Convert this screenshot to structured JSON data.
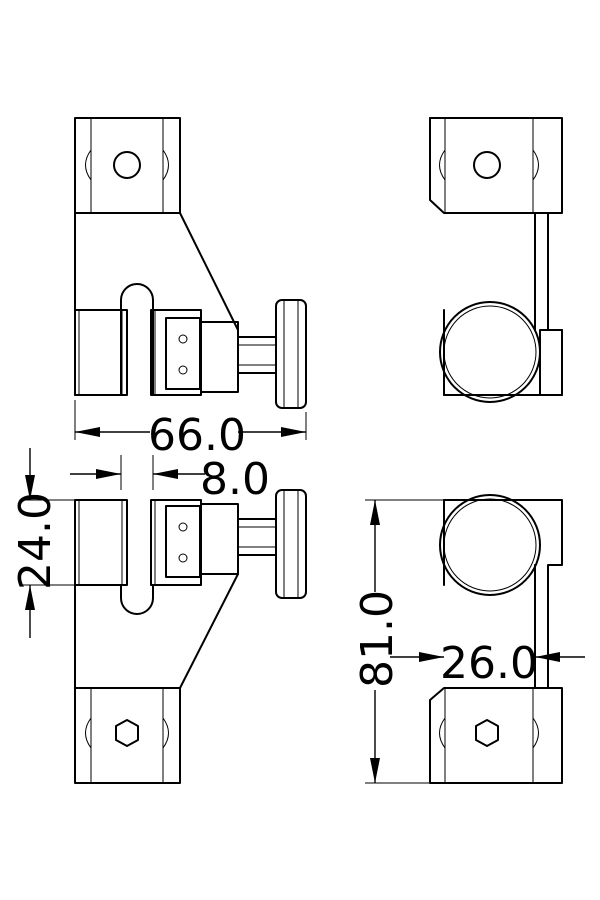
{
  "drawing": {
    "dimensions": {
      "overall_width": "66.0",
      "slot_width": "8.0",
      "clamp_height": "24.0",
      "total_height": "81.0",
      "offset_depth": "26.0"
    }
  }
}
